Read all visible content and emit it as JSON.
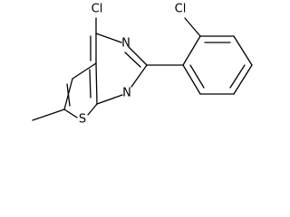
{
  "structure": {
    "atoms": {
      "cl_top": "Cl",
      "n_upper": "N",
      "n_lower": "N",
      "s_ring": "S",
      "cl_phenyl": "Cl"
    },
    "colors": {
      "bond": "#000000",
      "label": "#000000",
      "background": "#ffffff"
    }
  }
}
